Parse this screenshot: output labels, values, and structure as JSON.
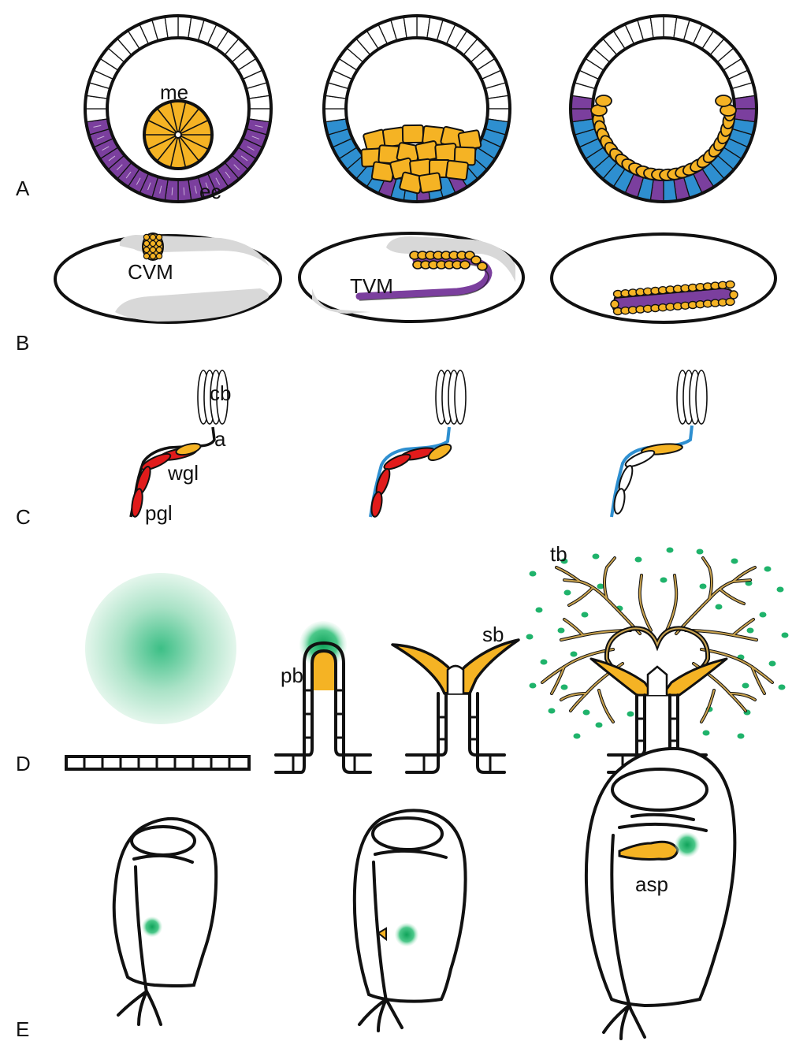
{
  "panels": {
    "A": {
      "label": "A",
      "me": "me",
      "ec": "ec"
    },
    "B": {
      "label": "B",
      "cvm": "CVM",
      "tvm": "TVM"
    },
    "C": {
      "label": "C",
      "cb": "cb",
      "a": "a",
      "wgl": "wgl",
      "pgl": "pgl"
    },
    "D": {
      "label": "D",
      "pb": "pb",
      "sb": "sb",
      "tb": "tb"
    },
    "E": {
      "label": "E",
      "asp": "asp"
    }
  },
  "colors": {
    "yellow": "#F5B324",
    "purple": "#7B3F9E",
    "blue": "#2E8FD0",
    "red": "#E11B1B",
    "green": "#1FB36B",
    "brown": "#8B6A2B",
    "grey": "#D8D8D8"
  }
}
